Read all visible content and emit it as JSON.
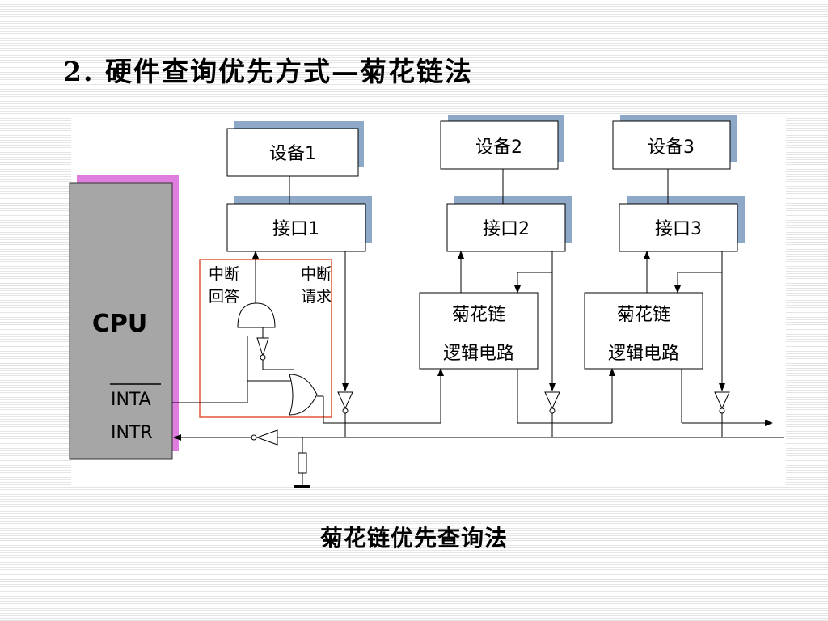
{
  "title": "2. 硬件查询优先方式—菊花链法",
  "caption": "菊花链优先查询法",
  "diagram": {
    "cpu_label": "CPU",
    "inta_label": "INTA",
    "intr_label": "INTR",
    "devices": [
      "设备1",
      "设备2",
      "设备3"
    ],
    "interfaces": [
      "接口1",
      "接口2",
      "接口3"
    ],
    "int_ack_line1": "中断",
    "int_ack_line2": "回答",
    "int_req_line1": "中断",
    "int_req_line2": "请求",
    "chain_line1": "菊花链",
    "chain_line2": "逻辑电路"
  },
  "colors": {
    "cpu_fill": "#a6a6a6",
    "cpu_shadow": "#e07ee0",
    "box_shadow": "#8ea9c8",
    "highlight_border": "#e2563a"
  }
}
